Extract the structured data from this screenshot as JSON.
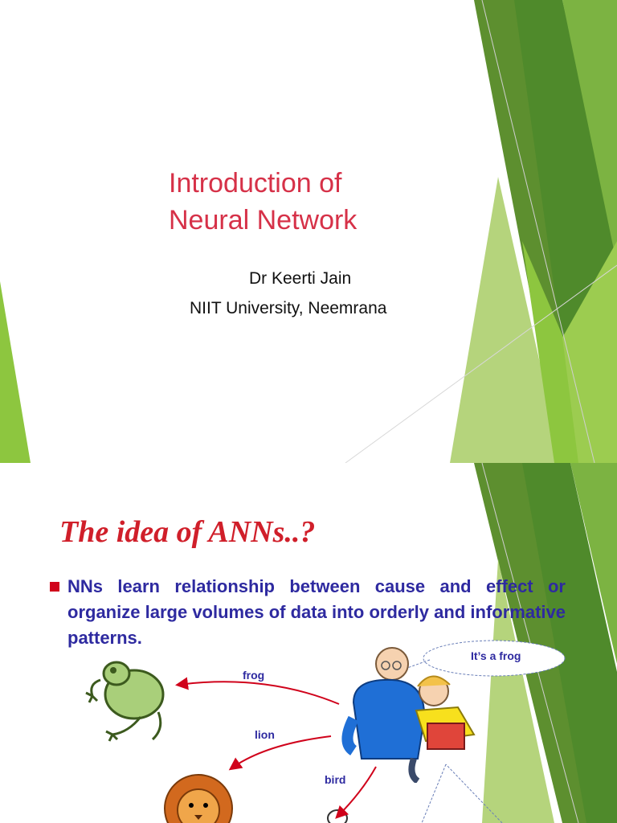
{
  "slide1": {
    "title_line1": "Introduction of",
    "title_line2": "Neural Network",
    "author": "Dr Keerti Jain",
    "affiliation": "NIIT University, Neemrana"
  },
  "slide2": {
    "title": "The idea of ANNs..?",
    "bullet": "NNs learn relationship between cause and effect or organize large volumes of data into orderly and informative patterns.",
    "labels": {
      "frog": "frog",
      "lion": "lion",
      "bird": "bird"
    },
    "speech": "It’s a frog"
  },
  "colors": {
    "title_red": "#d63148",
    "text_blue": "#2e2aa0",
    "accent_green": "#6aa52e",
    "arrow_red": "#d0021b"
  },
  "icons": [
    "frog-clipart",
    "lion-clipart",
    "bird-clipart",
    "teacher-and-child-clipart",
    "speech-bubble"
  ]
}
